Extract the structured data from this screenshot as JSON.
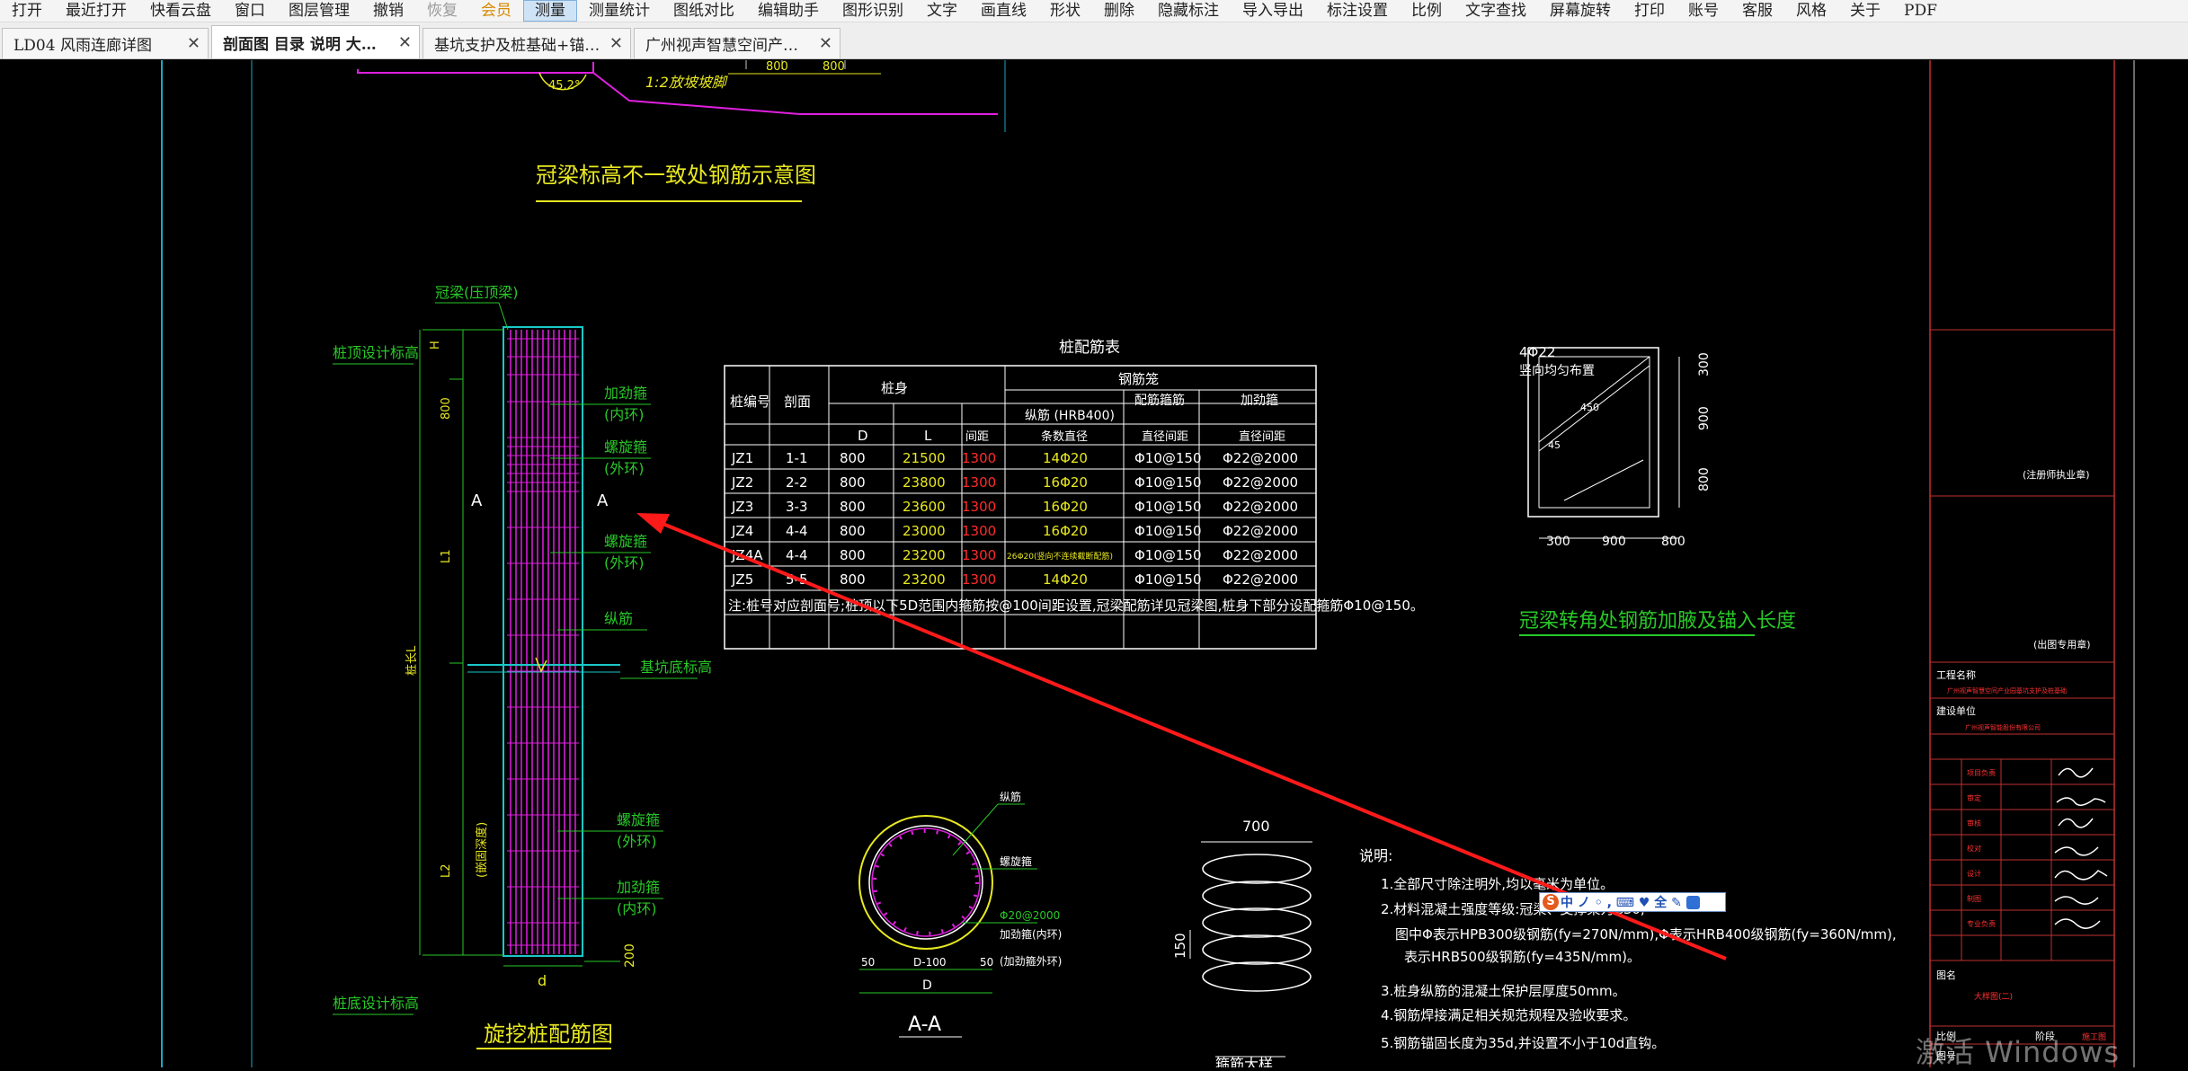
{
  "menu": {
    "items": [
      "打开",
      "最近打开",
      "快看云盘",
      "窗口",
      "图层管理",
      "撤销",
      "恢复",
      "会员",
      "测量",
      "测量统计",
      "图纸对比",
      "编辑助手",
      "图形识别",
      "文字",
      "画直线",
      "形状",
      "删除",
      "隐藏标注",
      "导入导出",
      "标注设置",
      "比例",
      "文字查找",
      "屏幕旋转",
      "打印",
      "账号",
      "客服",
      "风格",
      "关于",
      "PDF"
    ]
  },
  "tabs": [
    {
      "label": "LD04 风雨连廊详图",
      "close": "✕"
    },
    {
      "label": "剖面图 目录 说明 大…",
      "close": "✕"
    },
    {
      "label": "基坑支护及桩基础+锚…",
      "close": "✕"
    },
    {
      "label": "广州视声智慧空间产…",
      "close": "✕"
    }
  ],
  "drawing": {
    "top_slope_label": "1:2放坡坡脚",
    "top_dims": [
      "800",
      "800"
    ],
    "top_angle": "45.2°",
    "title_crown_beam": "冠梁标高不一致处钢筋示意图",
    "pile_title": "旋挖桩配筋图",
    "pile_labels": {
      "crown_beam": "冠梁(压顶梁)",
      "top_elev": "桩顶设计标高",
      "bottom_elev": "桩底设计标高",
      "pit_bottom": "基坑底标高",
      "stiffener_in": "加劲箍",
      "in_ring": "(内环)",
      "spiral": "螺旋箍",
      "out_ring": "(外环)",
      "main_bar": "纵筋",
      "section_a": "A",
      "dim_800": "800",
      "dim_l1": "L1",
      "dim_total": "桩长L",
      "dim_l2": "L2",
      "dim_200": "200",
      "dim_h": "H",
      "dim_d": "d",
      "embed": "(嵌固深度)"
    },
    "table": {
      "title": "桩配筋表",
      "h_pile_no": "桩编号",
      "h_section": "剖面",
      "h_body": "桩身",
      "h_rebar": "钢筋笼",
      "h_D": "D",
      "h_L": "L",
      "h_spacing": "间距",
      "h_long": "纵筋 (HRB400)",
      "h_stirrup": "配筋箍筋",
      "h_stiff": "加劲箍",
      "h_count": "条数直径",
      "h_dia": "直径间距",
      "h_dia2": "直径间距",
      "rows": [
        [
          "JZ1",
          "1-1",
          "800",
          "21500",
          "1300",
          "14Φ20",
          "Φ10@150",
          "Φ22@2000"
        ],
        [
          "JZ2",
          "2-2",
          "800",
          "23800",
          "1300",
          "16Φ20",
          "Φ10@150",
          "Φ22@2000"
        ],
        [
          "JZ3",
          "3-3",
          "800",
          "23600",
          "1300",
          "16Φ20",
          "Φ10@150",
          "Φ22@2000"
        ],
        [
          "JZ4",
          "4-4",
          "800",
          "23000",
          "1300",
          "16Φ20",
          "Φ10@150",
          "Φ22@2000"
        ],
        [
          "JZ4A",
          "4-4",
          "800",
          "23200",
          "1300",
          "26Φ20(竖向不连续截断配筋)",
          "Φ10@150",
          "Φ22@2000"
        ],
        [
          "JZ5",
          "5-5",
          "800",
          "23200",
          "1300",
          "14Φ20",
          "Φ10@150",
          "Φ22@2000"
        ]
      ],
      "note": "注:桩号对应剖面号;桩顶以下5D范围内箍筋按@100间距设置,冠梁配筋详见冠梁图,桩身下部分设配箍筋Φ10@150。"
    },
    "corner": {
      "bar": "4Φ22",
      "bar_note": "竖向均匀布置",
      "d450": "450",
      "d45": "45",
      "dims_right": [
        "300",
        "900",
        "800"
      ],
      "dims_bottom": [
        "300",
        "900",
        "800"
      ],
      "title": "冠梁转角处钢筋加腋及锚入长度"
    },
    "section": {
      "main": "纵筋",
      "spiral": "螺旋箍",
      "stiff_spec": "Φ20@2000",
      "stiff": "加劲箍(内环)",
      "stiff2": "(加劲箍外环)",
      "d50l": "50",
      "d100": "D-100",
      "d50r": "50",
      "dD": "D",
      "title": "A-A"
    },
    "spring": {
      "w": "700",
      "h": "150",
      "title": "箍筋大样"
    },
    "notes": {
      "head": "说明:",
      "lines": [
        "1.全部尺寸除注明外,均以毫米为单位。",
        "2.材料混凝土强度等级:冠梁、支撑梁为C30;",
        "图中Φ表示HPB300级钢筋(fy=270N/mm),Φ表示HRB400级钢筋(fy=360N/mm),",
        "表示HRB500级钢筋(fy=435N/mm)。",
        "3.桩身纵筋的混凝土保护层厚度50mm。",
        "4.钢筋焊接满足相关规范规程及验收要求。",
        "5.钢筋锚固长度为35d,并设置不小于10d直钩。"
      ]
    },
    "titleblock": {
      "stamp1": "(注册师执业章)",
      "stamp2": "(出图专用章)",
      "project": "工程名称",
      "project_val": "广州视声智慧空间产业园基坑支护及桩基础",
      "client": "建设单位",
      "client_val": "广州视声智能股份有限公司",
      "roles": [
        "项目负责",
        "审定",
        "审核",
        "校对",
        "设计",
        "制图",
        "专业负责"
      ],
      "drawing_name": "图名",
      "drawing_val": "大样图(二)",
      "scale": "比例",
      "stage": "阶段",
      "sheet": "图号",
      "sheet_val": "施工图"
    }
  },
  "ime": {
    "logo": "S",
    "text": "中 ノ ◦ , ⌨ ♥ 全 ✎"
  },
  "watermark": "激活 Windows"
}
